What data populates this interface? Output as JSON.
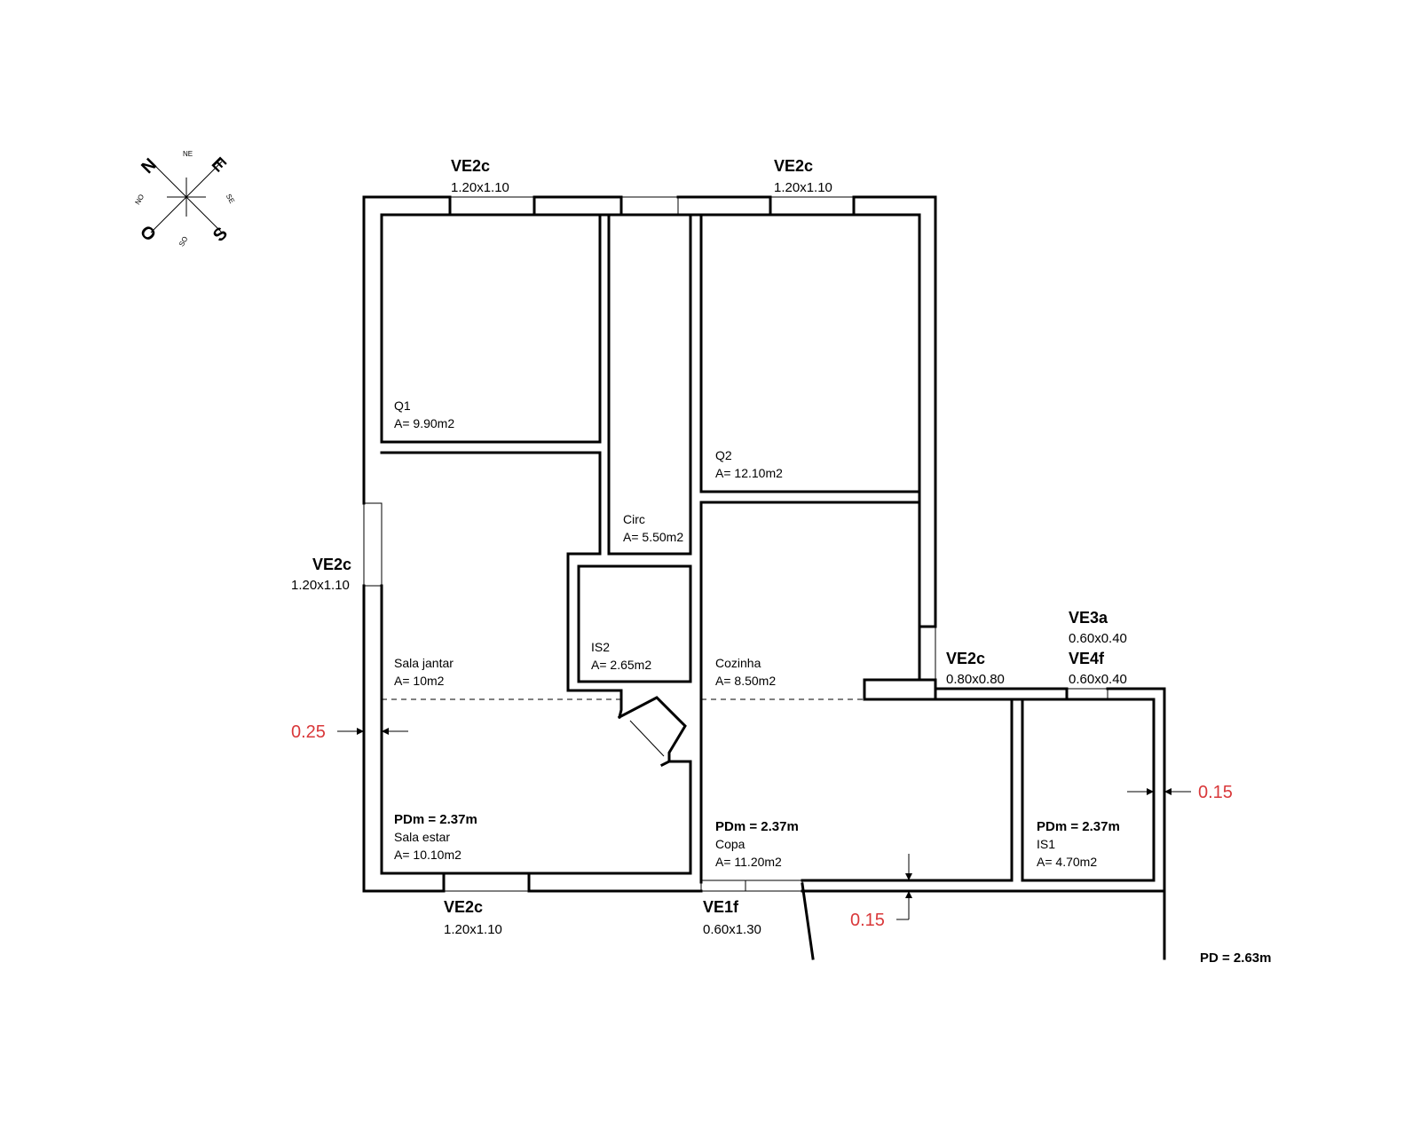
{
  "compass": {
    "n": "N",
    "e": "E",
    "s": "S",
    "o": "O",
    "ne": "NE",
    "se": "SE",
    "so": "SO",
    "no": "NO"
  },
  "rooms": {
    "q1": {
      "name": "Q1",
      "area": "A= 9.90m2"
    },
    "q2": {
      "name": "Q2",
      "area": "A= 12.10m2"
    },
    "circ": {
      "name": "Circ",
      "area": "A= 5.50m2"
    },
    "is2": {
      "name": "IS2",
      "area": "A= 2.65m2"
    },
    "sala_jantar": {
      "name": "Sala jantar",
      "area": "A= 10m2"
    },
    "cozinha": {
      "name": "Cozinha",
      "area": "A= 8.50m2"
    },
    "sala_estar": {
      "pdm": "PDm = 2.37m",
      "name": "Sala estar",
      "area": "A= 10.10m2"
    },
    "copa": {
      "pdm": "PDm = 2.37m",
      "name": "Copa",
      "area": "A= 11.20m2"
    },
    "is1": {
      "pdm": "PDm = 2.37m",
      "name": "IS1",
      "area": "A= 4.70m2"
    }
  },
  "windows": {
    "top_left": {
      "code": "VE2c",
      "size": "1.20x1.10"
    },
    "top_right": {
      "code": "VE2c",
      "size": "1.20x1.10"
    },
    "left": {
      "code": "VE2c",
      "size": "1.20x1.10"
    },
    "bottom_left": {
      "code": "VE2c",
      "size": "1.20x1.10"
    },
    "bottom_door": {
      "code": "VE1f",
      "size": "0.60x1.30"
    },
    "kitchen": {
      "code": "VE2c",
      "size": "0.80x0.80"
    },
    "ve3a": {
      "code": "VE3a",
      "size": "0.60x0.40"
    },
    "ve4f": {
      "code": "VE4f",
      "size": "0.60x0.40"
    }
  },
  "dimensions": {
    "left_wall": "0.25",
    "right_wall": "0.15",
    "bottom_wall": "0.15"
  },
  "pd_total": "PD = 2.63m"
}
